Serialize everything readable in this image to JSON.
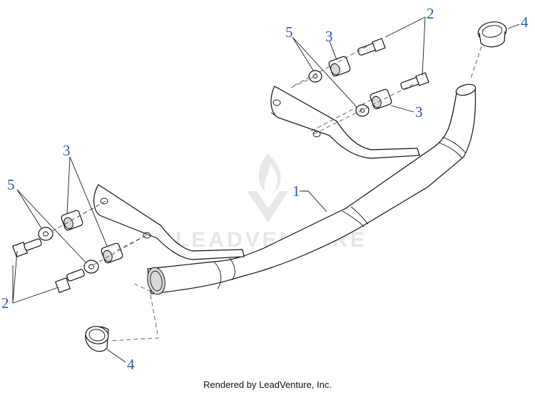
{
  "diagram": {
    "callouts": [
      {
        "id": "c1",
        "label": "1"
      },
      {
        "id": "c2a",
        "label": "2"
      },
      {
        "id": "c2b",
        "label": "2"
      },
      {
        "id": "c3a",
        "label": "3"
      },
      {
        "id": "c3b",
        "label": "3"
      },
      {
        "id": "c3c",
        "label": "3"
      },
      {
        "id": "c4a",
        "label": "4"
      },
      {
        "id": "c4b",
        "label": "4"
      },
      {
        "id": "c5a",
        "label": "5"
      },
      {
        "id": "c5b",
        "label": "5"
      }
    ],
    "watermark_text": "LEADVENTURE",
    "callout_color": "#2b57b8"
  },
  "footer": {
    "text": "Rendered by LeadVenture, Inc."
  }
}
